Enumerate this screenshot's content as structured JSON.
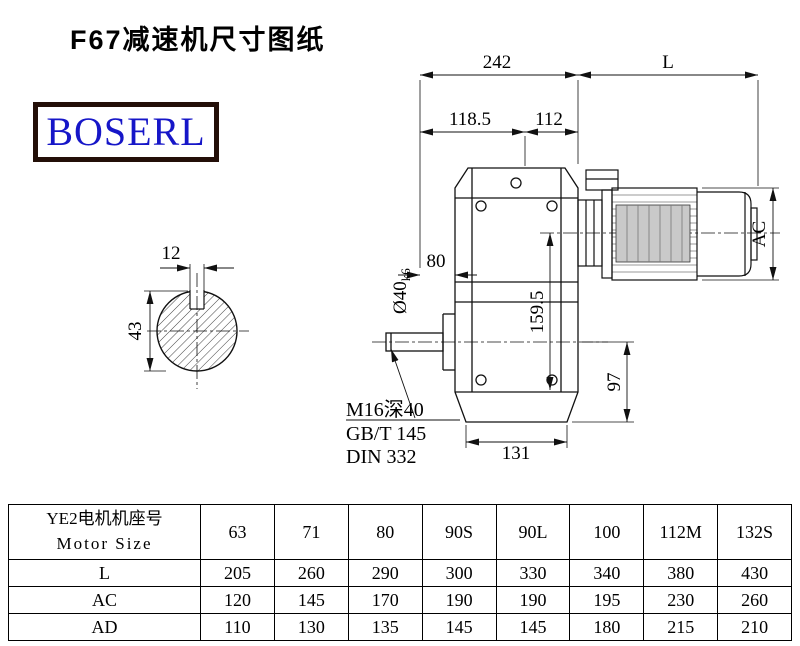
{
  "title": "F67减速机尺寸图纸",
  "logo_text": "BOSERL",
  "drawing": {
    "dim_242": "242",
    "dim_L": "L",
    "dim_118_5": "118.5",
    "dim_112": "112",
    "dim_80": "80",
    "shaft_dia": "Ø40",
    "shaft_tol": "k6",
    "dim_159_5": "159.5",
    "dim_AC": "AC",
    "dim_97": "97",
    "dim_131": "131",
    "dim_12": "12",
    "dim_43": "43",
    "thread_note": "M16深40",
    "standard_note1": "GB/T 145",
    "standard_note2": "DIN 332"
  },
  "table": {
    "row_header_line1": "YE2电机机座号",
    "row_header_line2": "Motor Size",
    "motor_sizes": [
      "63",
      "71",
      "80",
      "90S",
      "90L",
      "100",
      "112M",
      "132S"
    ],
    "rows": [
      {
        "label": "L",
        "values": [
          "205",
          "260",
          "290",
          "300",
          "330",
          "340",
          "380",
          "430"
        ]
      },
      {
        "label": "AC",
        "values": [
          "120",
          "145",
          "170",
          "190",
          "190",
          "195",
          "230",
          "260"
        ]
      },
      {
        "label": "AD",
        "values": [
          "110",
          "130",
          "135",
          "145",
          "145",
          "180",
          "215",
          "210"
        ]
      }
    ]
  }
}
